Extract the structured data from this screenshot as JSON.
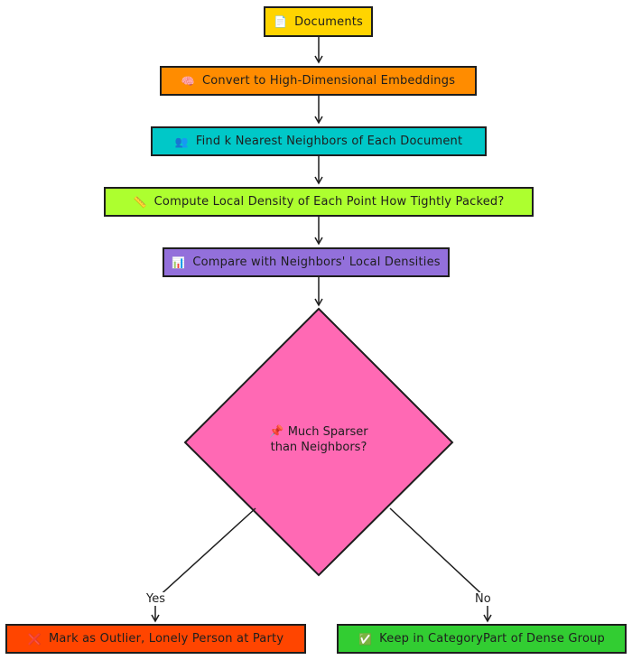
{
  "nodes": {
    "documents": {
      "icon": "📄",
      "label": "Documents",
      "color": "#ffd400"
    },
    "embeddings": {
      "icon": "🧠",
      "label": "Convert to High-Dimensional Embeddings",
      "color": "#ff8c00"
    },
    "neighbors": {
      "icon": "👥",
      "label": "Find k Nearest Neighbors of Each Document",
      "color": "#00c8c8"
    },
    "density": {
      "icon": "📏",
      "label": "Compute Local Density of Each Point How Tightly Packed?",
      "color": "#adff2f"
    },
    "compare": {
      "icon": "📊",
      "label": "Compare with Neighbors' Local Densities",
      "color": "#9370db"
    },
    "decision": {
      "icon": "📌",
      "line1": "Much Sparser",
      "line2": "than Neighbors?",
      "color": "#ff69b4"
    },
    "outlier": {
      "icon": "❌",
      "label": "Mark as Outlier, Lonely Person at Party",
      "color": "#ff4500"
    },
    "keep": {
      "icon": "✅",
      "label": "Keep in CategoryPart of Dense Group",
      "color": "#32cd32"
    }
  },
  "edges": {
    "yes_label": "Yes",
    "no_label": "No"
  }
}
